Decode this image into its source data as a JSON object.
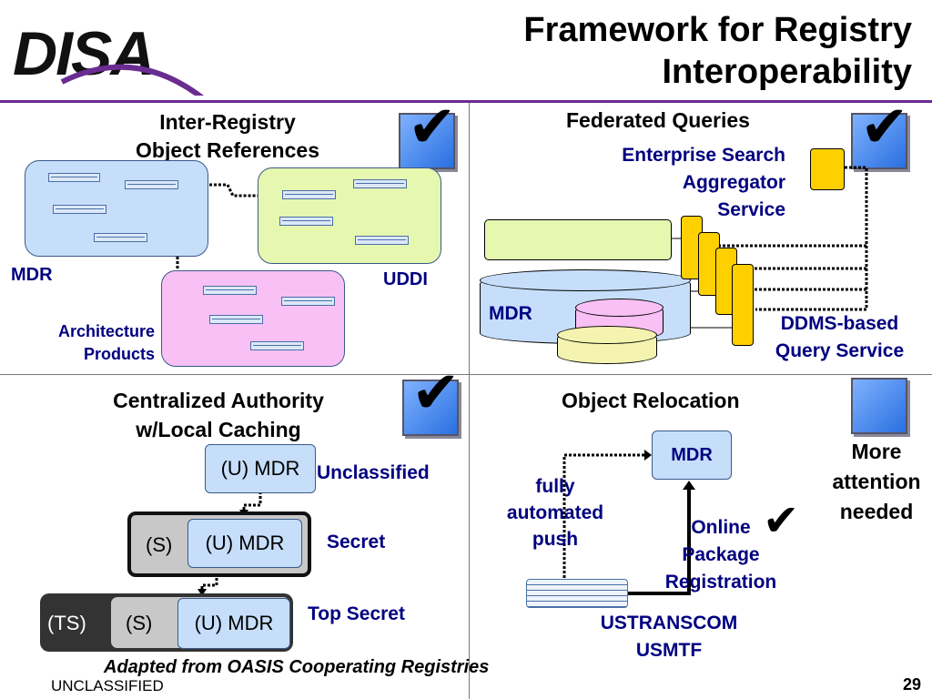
{
  "logo": {
    "text": "DISA"
  },
  "title": {
    "line1": "Framework for Registry",
    "line2": "Interoperability"
  },
  "q1": {
    "heading_line1": "Inter-Registry",
    "heading_line2": "Object References",
    "label_mdr": "MDR",
    "label_uddi": "UDDI",
    "label_arch_line1": "Architecture",
    "label_arch_line2": "Products"
  },
  "q2": {
    "heading": "Federated Queries",
    "aggregator_line1": "Enterprise Search",
    "aggregator_line2": "Aggregator",
    "aggregator_line3": "Service",
    "label_mdr": "MDR",
    "ddms_line1": "DDMS-based",
    "ddms_line2": "Query Service"
  },
  "q3": {
    "heading_line1": "Centralized Authority",
    "heading_line2": "w/Local Caching",
    "u_mdr": "(U) MDR",
    "unclassified": "Unclassified",
    "s": "(S)",
    "secret": "Secret",
    "ts": "(TS)",
    "top_secret": "Top Secret"
  },
  "q4": {
    "heading": "Object Relocation",
    "mdr": "MDR",
    "push_line1": "fully",
    "push_line2": "automated",
    "push_line3": "push",
    "online_line1": "Online",
    "online_line2": "Package",
    "online_line3": "Registration",
    "source_line1": "USTRANSCOM",
    "source_line2": "USMTF",
    "more_line1": "More",
    "more_line2": "attention",
    "more_line3": "needed"
  },
  "footer": {
    "adapted": "Adapted from OASIS Cooperating Registries",
    "classification": "UNCLASSIFIED",
    "page": "29"
  },
  "colors": {
    "navy": "#000080",
    "purple_rule": "#6a2c91",
    "yellow": "#ffd000"
  }
}
